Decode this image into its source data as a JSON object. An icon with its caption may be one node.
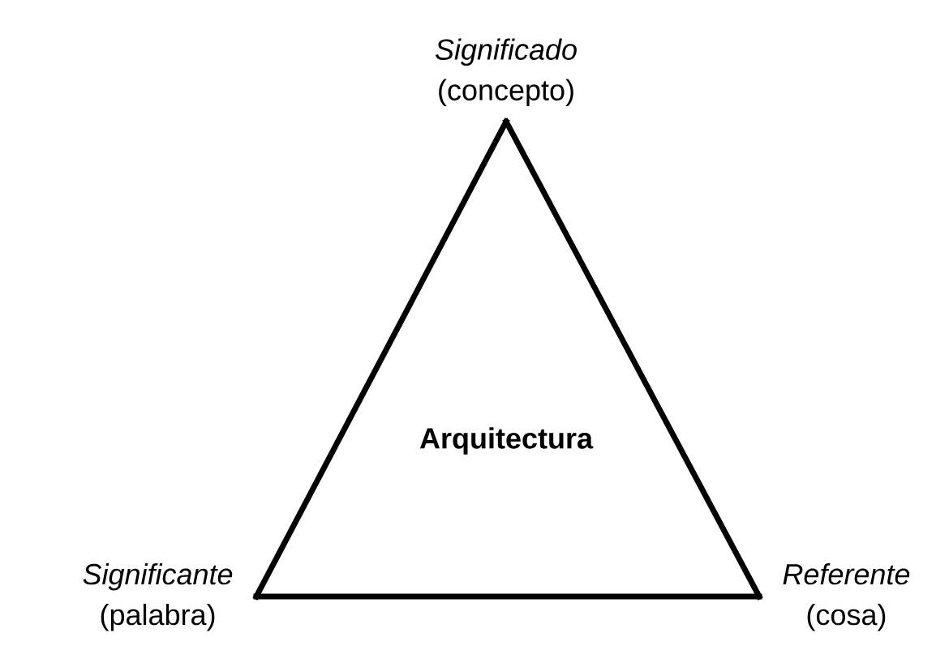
{
  "diagram": {
    "nodes": [
      {
        "text": [
          "Significado",
          "(concepto)"
        ]
      },
      {
        "text": [
          "Significante",
          "(palabra)"
        ]
      },
      {
        "text": [
          "Referente",
          "(cosa)"
        ]
      }
    ],
    "edges": [
      {
        "from": 0,
        "to": 1,
        "arrow": "none"
      },
      {
        "from": 1,
        "to": 2,
        "arrow": "none"
      },
      {
        "from": 2,
        "to": 0,
        "arrow": "none"
      }
    ],
    "labels": [
      "Arquitectura"
    ]
  }
}
